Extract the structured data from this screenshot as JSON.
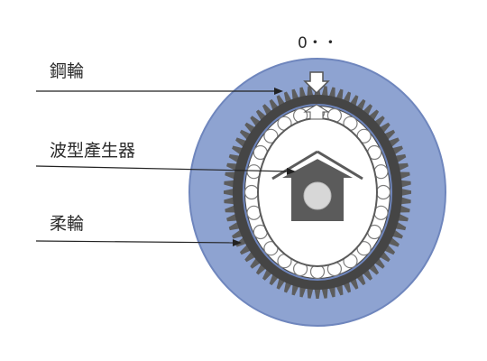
{
  "marker": "0・・",
  "labels": {
    "circular_spline": "鋼輪",
    "wave_generator": "波型產生器",
    "flexspline": "柔輪"
  },
  "colors": {
    "outer_ring": "#8ea3d1",
    "outer_ring_edge": "#6f86bd",
    "gear_teeth": "#5d5d5d",
    "gear_teeth_dark": "#454545",
    "ball_track": "#ffffff",
    "hub": "#5b5b5b",
    "shaft": "#d7d7d7",
    "leader_line": "#222222"
  },
  "icons": {
    "alignment_arrow": "down-arrow-icon",
    "house_hub": "house-shaped-hub-icon",
    "shaft": "shaft-circle-icon"
  }
}
